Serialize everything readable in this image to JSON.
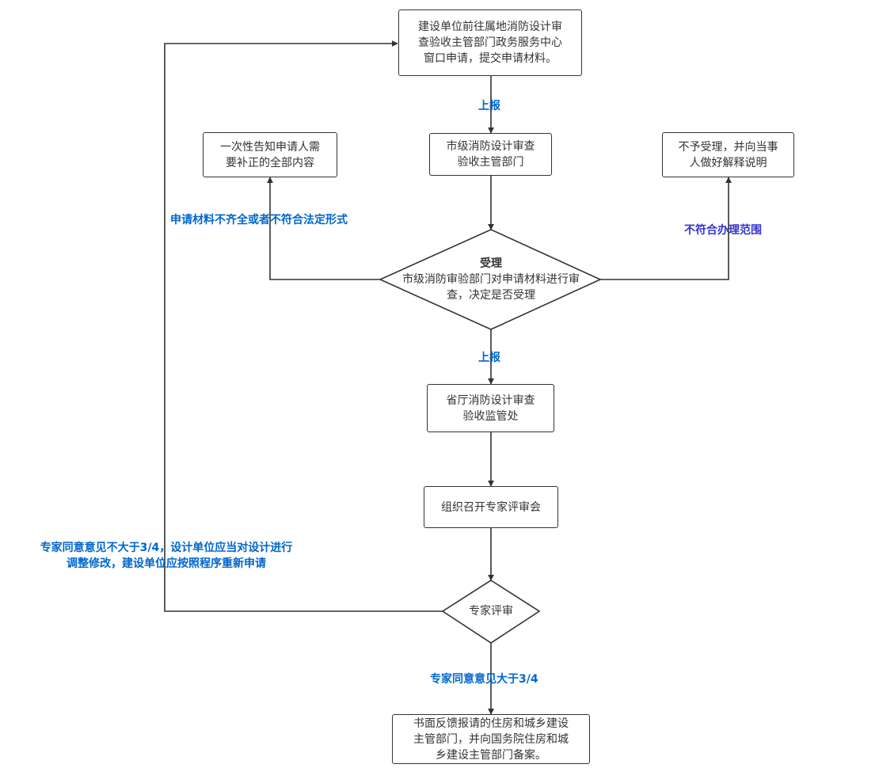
{
  "colors": {
    "line": "#333333",
    "label_blue": "#0066cc",
    "label_purple": "#3333cc",
    "text": "#333333"
  },
  "nodes": {
    "apply": "建设单位前往属地消防设计审\n查验收主管部门政务服务中心\n窗口申请，提交申请材料。",
    "city_dept": "市级消防设计审查\n验收主管部门",
    "notify_supplement": "一次性告知申请人需\n要补正的全部内容",
    "not_accept": "不予受理，并向当事\n人做好解释说明",
    "accept_title": "受理",
    "accept_body": "市级消防审验部门对申请材料进行审\n查，决定是否受理",
    "province_dept": "省厅消防设计审查\n验收监管处",
    "expert_meeting": "组织召开专家评审会",
    "expert_review": "专家评审",
    "final_feedback": "书面反馈报请的住房和城乡建设\n主管部门，并向国务院住房和城\n乡建设主管部门备案。"
  },
  "labels": {
    "report_1": "上报",
    "report_2": "上报",
    "incomplete": "申请材料不齐全或者不符合法定形式",
    "out_of_scope": "不符合办理范围",
    "reject_line1": "专家同意意见不大于3/4，设计单位应当对设计进行",
    "reject_line2": "调整修改，建设单位应按照程序重新申请",
    "approve": "专家同意意见大于3/4"
  }
}
